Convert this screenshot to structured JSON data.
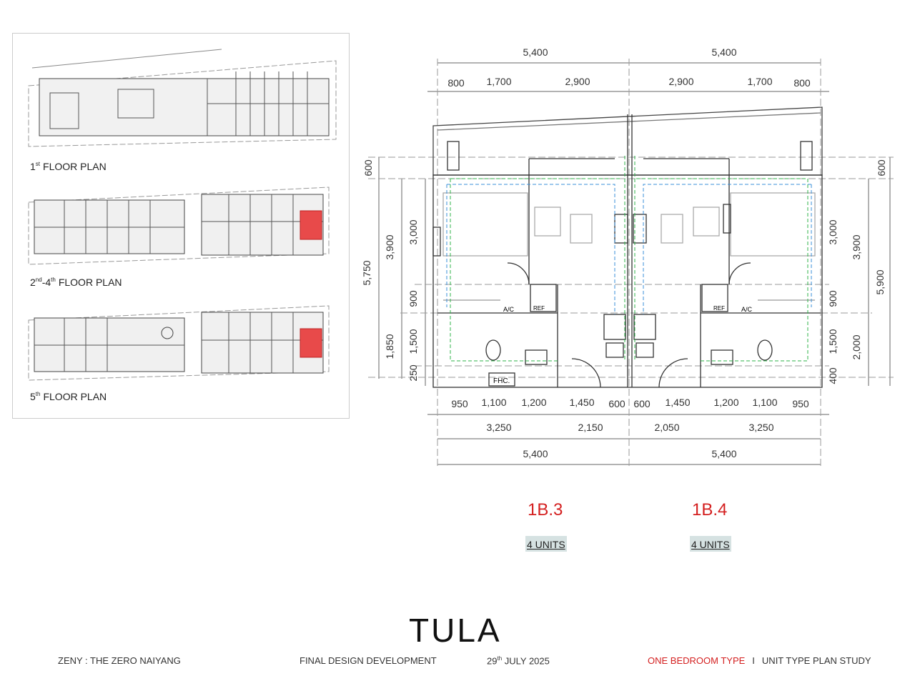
{
  "thumbnails": [
    {
      "label": "1st FLOOR PLAN",
      "num": "1",
      "sup": "st",
      "text": "FLOOR PLAN"
    },
    {
      "label": "2nd-4th FLOOR PLAN",
      "num": "2",
      "sup": "nd",
      "mid": "-4",
      "sup2": "th",
      "text": "FLOOR PLAN"
    },
    {
      "label": "5th FLOOR PLAN",
      "num": "5",
      "sup": "th",
      "text": "FLOOR PLAN"
    }
  ],
  "dimensions": {
    "top_overall": [
      "5,400",
      "5,400"
    ],
    "top_detail": [
      "800",
      "1,700",
      "2,900",
      "2,900",
      "1,700",
      "800"
    ],
    "left": {
      "a": "600",
      "b": "5,750",
      "c": "3,900",
      "d": "1,850",
      "e": "3,000",
      "f": "900",
      "g": "1,500",
      "h": "250"
    },
    "right": {
      "a": "600",
      "b": "3,000",
      "c": "3,900",
      "d": "5,900",
      "e": "900",
      "f": "1,500",
      "g": "2,000",
      "h": "400"
    },
    "bottom_detail": [
      "950",
      "1,100",
      "1,200",
      "1,450",
      "600",
      "600",
      "1,450",
      "1,200",
      "1,100",
      "950"
    ],
    "bottom_mid": [
      "3,250",
      "2,150",
      "2,050",
      "3,250"
    ],
    "bottom_overall": [
      "5,400",
      "5,400"
    ]
  },
  "plan_labels": {
    "ac": "A/C",
    "ref": "REF",
    "fhc": "FHC."
  },
  "units": [
    {
      "name": "1B.3",
      "count": "4 UNITS"
    },
    {
      "name": "1B.4",
      "count": "4 UNITS"
    }
  ],
  "logo": "TULA",
  "footer": {
    "project": "ZENY :  THE ZERO NAIYANG",
    "stage": "FINAL DESIGN DEVELOPMENT",
    "date_day": "29",
    "date_sup": "th",
    "date_rest": " JULY 2025",
    "type": "ONE BEDROOM TYPE",
    "separator": "I",
    "study": "UNIT TYPE PLAN STUDY"
  },
  "colors": {
    "accent_red": "#d42020",
    "units_bg": "#d6e2e2",
    "green": "#2fb34a",
    "blue": "#3a8fd8",
    "highlight": "#e84a4a"
  }
}
